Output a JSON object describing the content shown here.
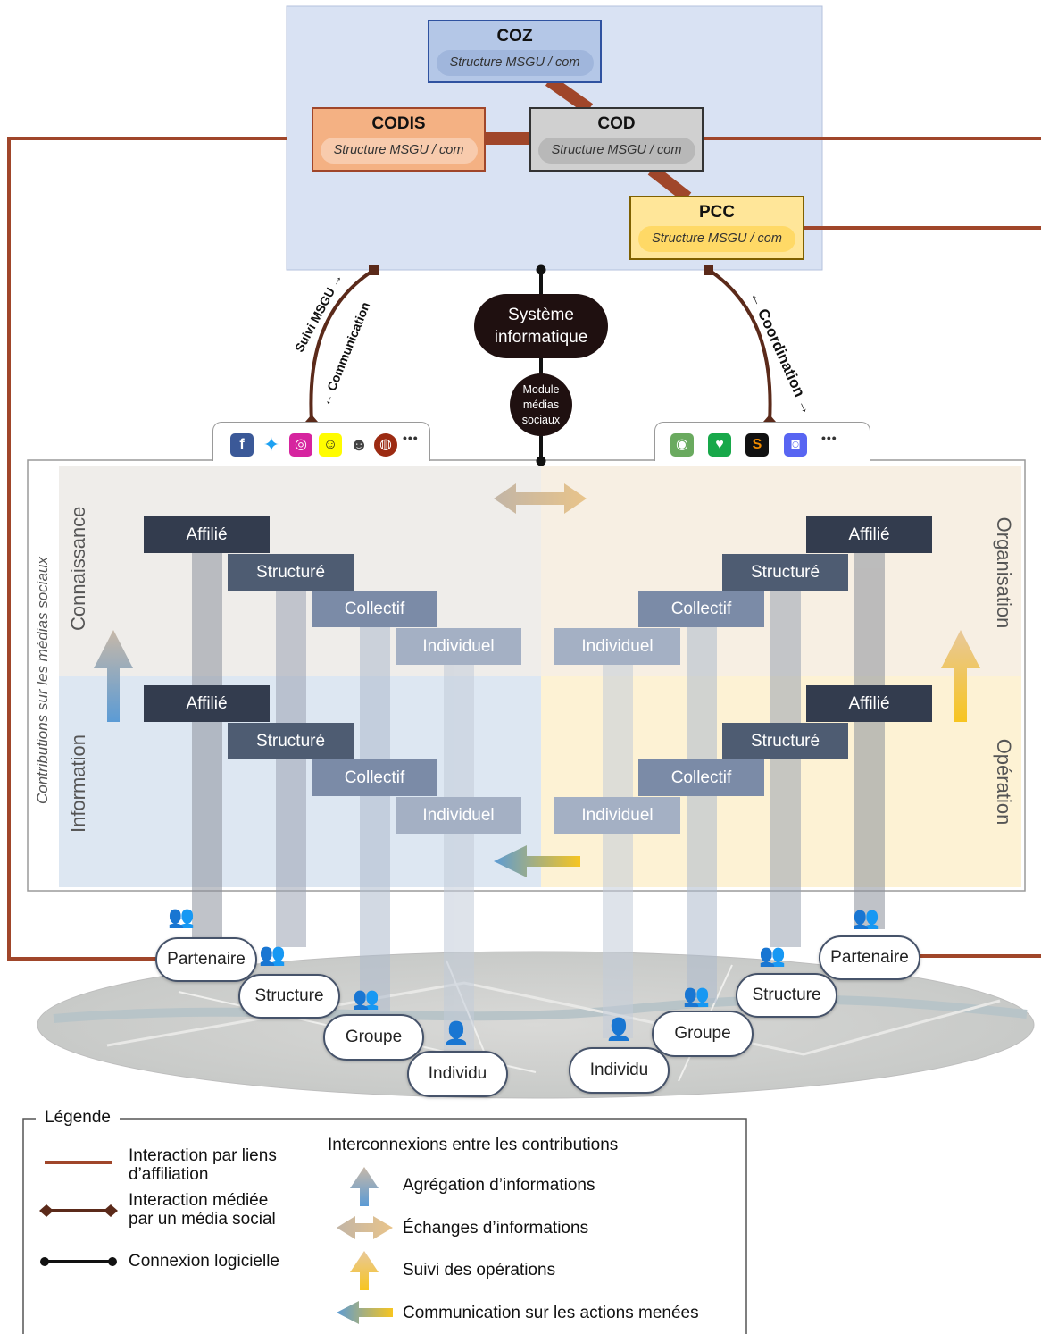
{
  "top_panel": {
    "coz": {
      "name": "COZ",
      "sub": "Structure MSGU / com"
    },
    "codis": {
      "name": "CODIS",
      "sub": "Structure MSGU / com"
    },
    "cod": {
      "name": "COD",
      "sub": "Structure MSGU / com"
    },
    "pcc": {
      "name": "PCC",
      "sub": "Structure MSGU / com"
    }
  },
  "connectors": {
    "left_top": "Suivi MSGU →",
    "left_bottom": "← Communication",
    "right": "← Coordination →",
    "system_title": "Système informatique",
    "module": "Module médias sociaux"
  },
  "toolbars": {
    "left_icons": [
      "facebook-icon",
      "twitter-icon",
      "instagram-icon",
      "snapchat-icon",
      "waze-icon",
      "earth-icon"
    ],
    "right_icons": [
      "radar-icon",
      "heart-shield-icon",
      "slack-like-icon",
      "discord-icon"
    ],
    "more": "•••"
  },
  "zones": {
    "side_label": "Contributions sur les médias sociaux",
    "connaissance": "Connaissance",
    "information": "Information",
    "organisation": "Organisation",
    "operation": "Opération"
  },
  "levels": {
    "affilie": "Affilié",
    "structure": "Structuré",
    "collectif": "Collectif",
    "individuel": "Individuel"
  },
  "colors": {
    "affilie": "#333c4e",
    "structure": "#4e5c72",
    "collectif": "#7b8ba7",
    "individuel": "#a4b0c4",
    "affiliation_line": "#a0462a",
    "mediated_line": "#5b2a1a",
    "software_line": "#111111"
  },
  "actors": {
    "partenaire": "Partenaire",
    "structure": "Structure",
    "groupe": "Groupe",
    "individu": "Individu"
  },
  "legend": {
    "title": "Légende",
    "affiliation": "Interaction par liens d’affiliation",
    "mediated": "Interaction médiée par un média social",
    "software": "Connexion logicielle",
    "inter_title": "Interconnexions entre les contributions",
    "aggregation": "Agrégation d’informations",
    "exchange": "Échanges d’informations",
    "followup": "Suivi des opérations",
    "communication": "Communication sur les actions menées"
  }
}
